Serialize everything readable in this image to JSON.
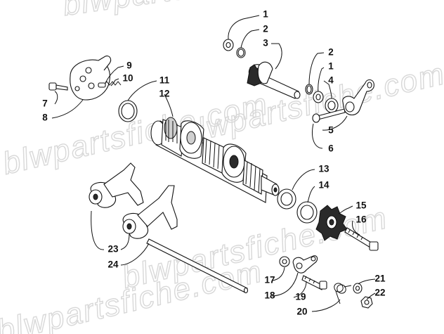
{
  "watermark": "blwpartsfiche.com",
  "callouts": [
    {
      "id": "c1a",
      "label": "1"
    },
    {
      "id": "c2a",
      "label": "2"
    },
    {
      "id": "c3",
      "label": "3"
    },
    {
      "id": "c2b",
      "label": "2"
    },
    {
      "id": "c1b",
      "label": "1"
    },
    {
      "id": "c4",
      "label": "4"
    },
    {
      "id": "c5",
      "label": "5"
    },
    {
      "id": "c6",
      "label": "6"
    },
    {
      "id": "c7",
      "label": "7"
    },
    {
      "id": "c8",
      "label": "8"
    },
    {
      "id": "c9",
      "label": "9"
    },
    {
      "id": "c10",
      "label": "10"
    },
    {
      "id": "c11",
      "label": "11"
    },
    {
      "id": "c12",
      "label": "12"
    },
    {
      "id": "c13",
      "label": "13"
    },
    {
      "id": "c14",
      "label": "14"
    },
    {
      "id": "c15",
      "label": "15"
    },
    {
      "id": "c16",
      "label": "16"
    },
    {
      "id": "c17",
      "label": "17"
    },
    {
      "id": "c18",
      "label": "18"
    },
    {
      "id": "c19",
      "label": "19"
    },
    {
      "id": "c20",
      "label": "20"
    },
    {
      "id": "c21",
      "label": "21"
    },
    {
      "id": "c22",
      "label": "22"
    },
    {
      "id": "c23",
      "label": "23"
    },
    {
      "id": "c24",
      "label": "24"
    }
  ]
}
